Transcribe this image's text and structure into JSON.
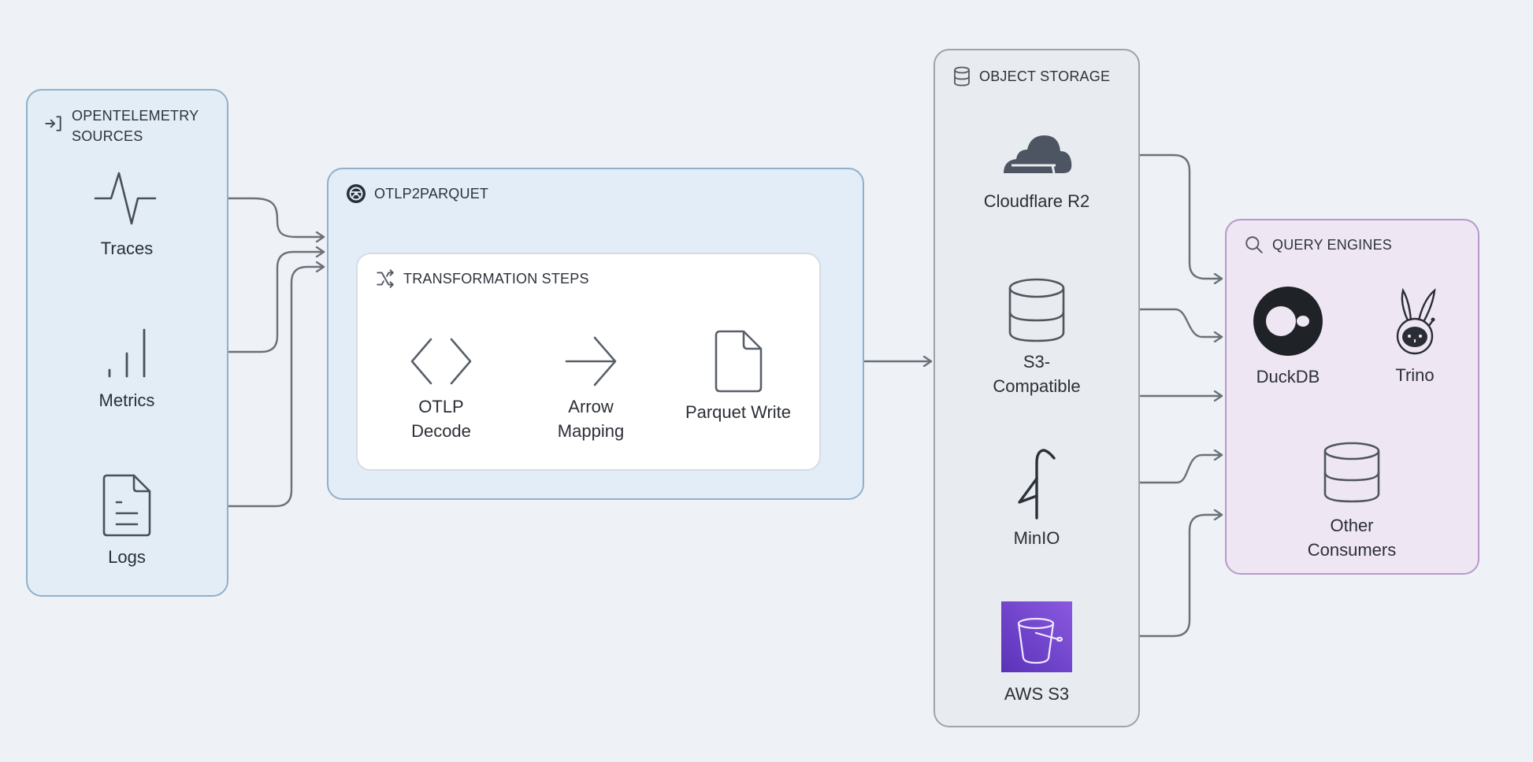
{
  "sources": {
    "title_line1": "OPENTELEMETRY",
    "title_line2": "SOURCES",
    "header_icon": "login-arrow-icon",
    "items": [
      {
        "label": "Traces",
        "icon": "pulse-icon"
      },
      {
        "label": "Metrics",
        "icon": "bar-signal-icon"
      },
      {
        "label": "Logs",
        "icon": "document-icon"
      }
    ]
  },
  "pipeline": {
    "title": "OTLP2PARQUET",
    "header_icon": "wheel-logo-icon",
    "steps_title": "TRANSFORMATION STEPS",
    "steps_icon": "shuffle-icon",
    "steps": [
      {
        "line1": "OTLP",
        "line2": "Decode",
        "icon": "code-brackets-icon"
      },
      {
        "line1": "Arrow",
        "line2": "Mapping",
        "icon": "chevron-right-icon"
      },
      {
        "line1": "Parquet Write",
        "line2": "",
        "icon": "file-icon"
      }
    ]
  },
  "storage": {
    "title": "OBJECT STORAGE",
    "header_icon": "database-icon",
    "items": [
      {
        "line1": "Cloudflare R2",
        "line2": "",
        "icon": "cloudflare-cloud-icon"
      },
      {
        "line1": "S3-",
        "line2": "Compatible",
        "icon": "database-cylinder-icon"
      },
      {
        "line1": "MinIO",
        "line2": "",
        "icon": "minio-bird-icon"
      },
      {
        "line1": "AWS S3",
        "line2": "",
        "icon": "aws-s3-bucket-icon"
      }
    ]
  },
  "query": {
    "title": "QUERY ENGINES",
    "header_icon": "search-icon",
    "items": [
      {
        "line1": "DuckDB",
        "line2": "",
        "icon": "duckdb-logo-icon"
      },
      {
        "line1": "Trino",
        "line2": "",
        "icon": "trino-bunny-icon"
      },
      {
        "line1": "Other",
        "line2": "Consumers",
        "icon": "database-cylinder-icon"
      }
    ]
  },
  "colors": {
    "background": "#eef1f5",
    "sources_fill": "#e3edf6",
    "pipeline_fill": "#e2edf7",
    "storage_fill": "#e8ebef",
    "query_fill": "#efe6f4",
    "connector": "#6b717a",
    "aws_purple": "#6a3fc3"
  }
}
